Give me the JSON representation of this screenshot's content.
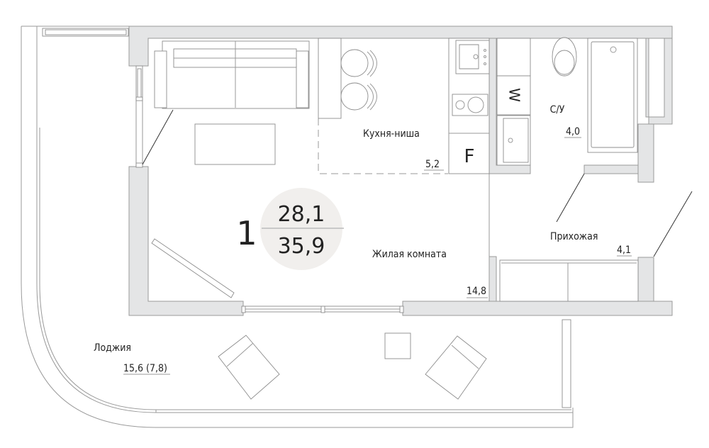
{
  "apartment": {
    "rooms_count": "1",
    "living_area": "28,1",
    "total_area": "35,9"
  },
  "rooms": {
    "kitchen": {
      "name": "Кухня-ниша",
      "area": "5,2"
    },
    "living": {
      "name": "Жилая комната",
      "area": "14,8"
    },
    "bathroom": {
      "name": "С/У",
      "area": "4,0"
    },
    "hallway": {
      "name": "Прихожая",
      "area": "4,1"
    },
    "loggia": {
      "name": "Лоджия",
      "area": "15,6 (7,8)"
    }
  },
  "appliances": {
    "washer": "W",
    "fridge": "F"
  },
  "colors": {
    "wall": "#e4e5e6",
    "area_circle": "#f1efed",
    "text": "#222222"
  }
}
